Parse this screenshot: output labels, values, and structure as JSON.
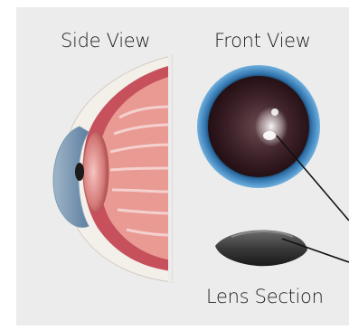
{
  "labels": {
    "side_view": "Side View",
    "front_view": "Front View",
    "lens_section": "Lens Section"
  },
  "colors": {
    "panel": "#ececec",
    "iris_blue": "#2f6fa6",
    "pupil": "#2a1418",
    "flesh": "#d8807a",
    "sclera": "#f3efe9",
    "lens_gray": "#4a4a4a"
  }
}
